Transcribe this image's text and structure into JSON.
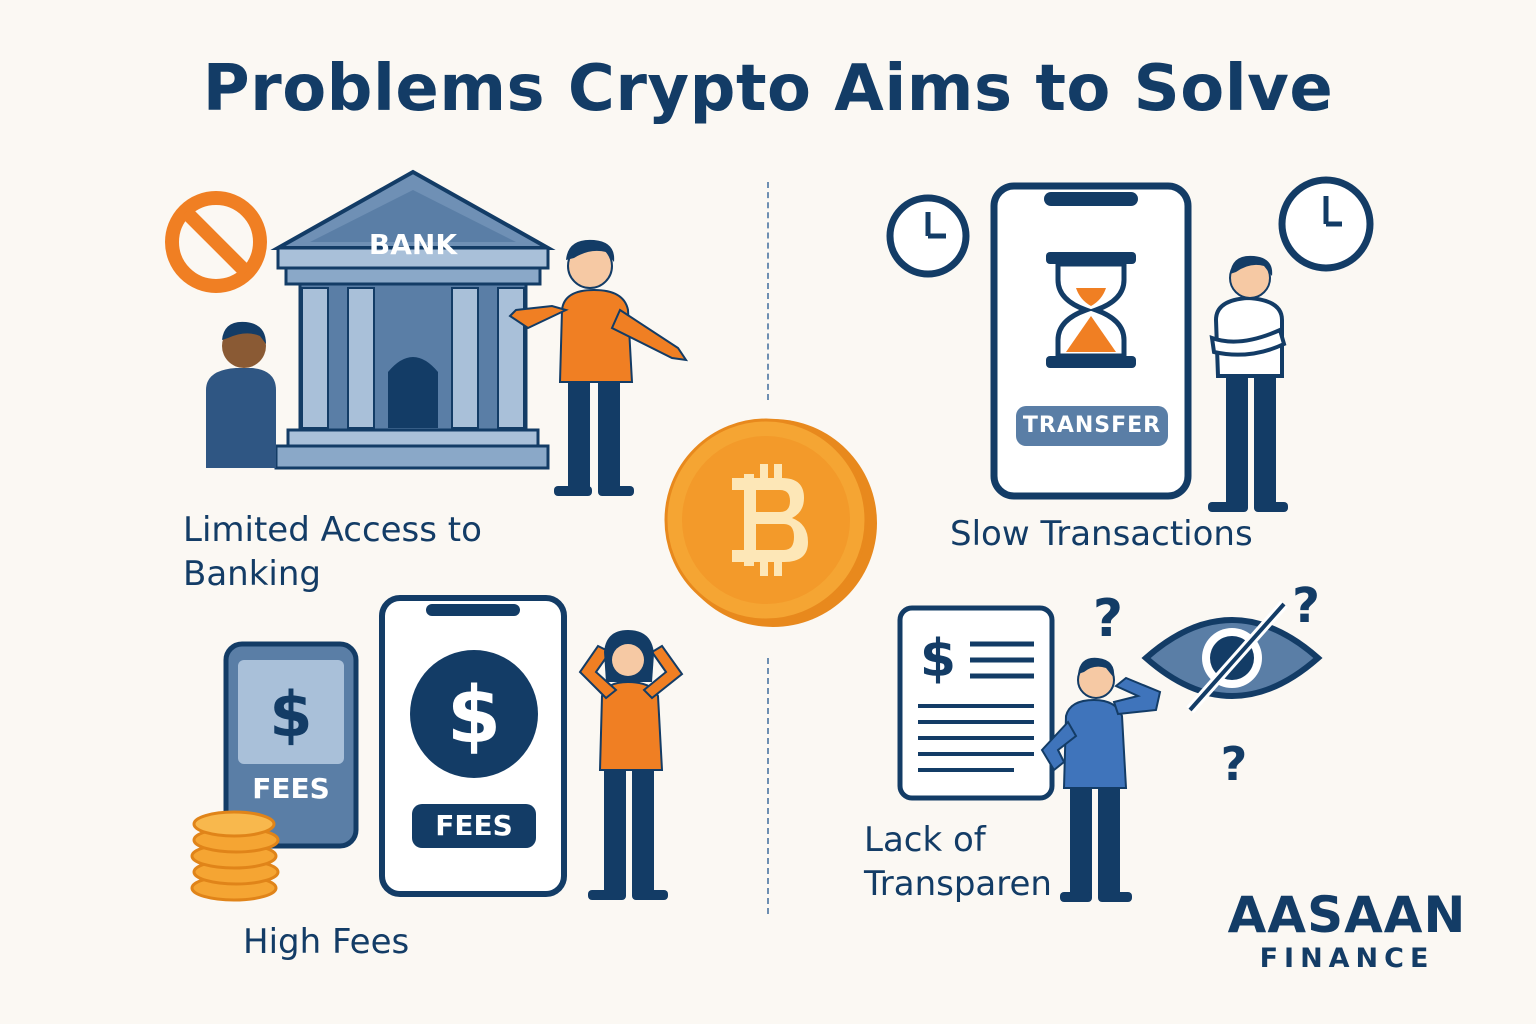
{
  "title": "Problems Crypto Aims to Solve",
  "panels": {
    "banking": {
      "caption_line1": "Limited Access to",
      "caption_line2": "Banking",
      "sign": "BANK"
    },
    "slow": {
      "caption": "Slow Transactions",
      "button": "TRANSFER"
    },
    "fees": {
      "caption": "High Fees",
      "card_label": "FEES",
      "phone_label": "FEES"
    },
    "transparency": {
      "caption_line1": "Lack of",
      "caption_line2": "Transparen"
    }
  },
  "center_coin": {
    "icon": "bitcoin-icon"
  },
  "brand": {
    "line1": "AASAAN",
    "line2": "FINANCE"
  },
  "colors": {
    "navy": "#133c66",
    "orange": "#f07f23",
    "slate": "#5a7ea6",
    "light_blue": "#a9c0d9",
    "coin": "#f5a533"
  }
}
